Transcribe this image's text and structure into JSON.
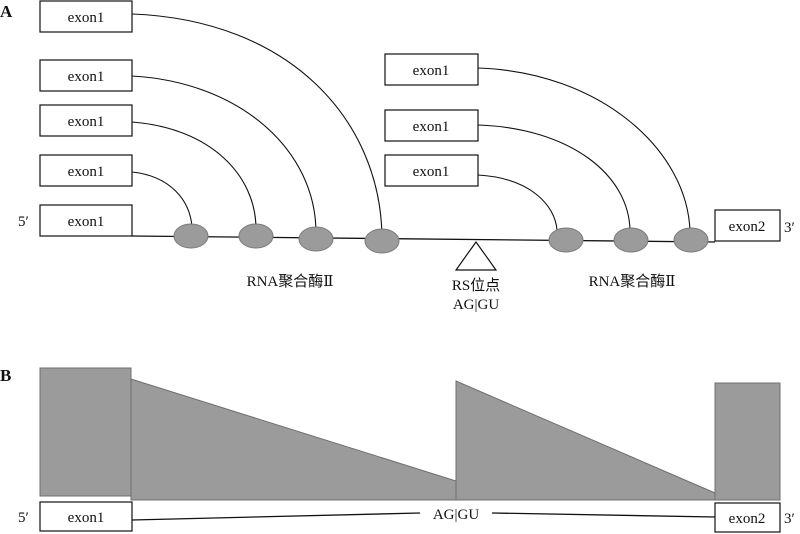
{
  "panel_a": {
    "label": "A",
    "exon1_label": "exon1",
    "exon2_label": "exon2",
    "five_prime": "5′",
    "three_prime": "3′",
    "polymerase_label_left": "RNA聚合酶Ⅱ",
    "polymerase_label_right": "RNA聚合酶Ⅱ",
    "rs_site_label": "RS位点",
    "rs_site_seq": "AG|GU"
  },
  "panel_b": {
    "label": "B",
    "exon1_label": "exon1",
    "exon2_label": "exon2",
    "five_prime": "5′",
    "three_prime": "3′",
    "junction_label": "AG|GU"
  },
  "colors": {
    "polymerase_fill": "#9b9b9b",
    "area_fill": "#9b9b9b",
    "line": "#111111"
  }
}
